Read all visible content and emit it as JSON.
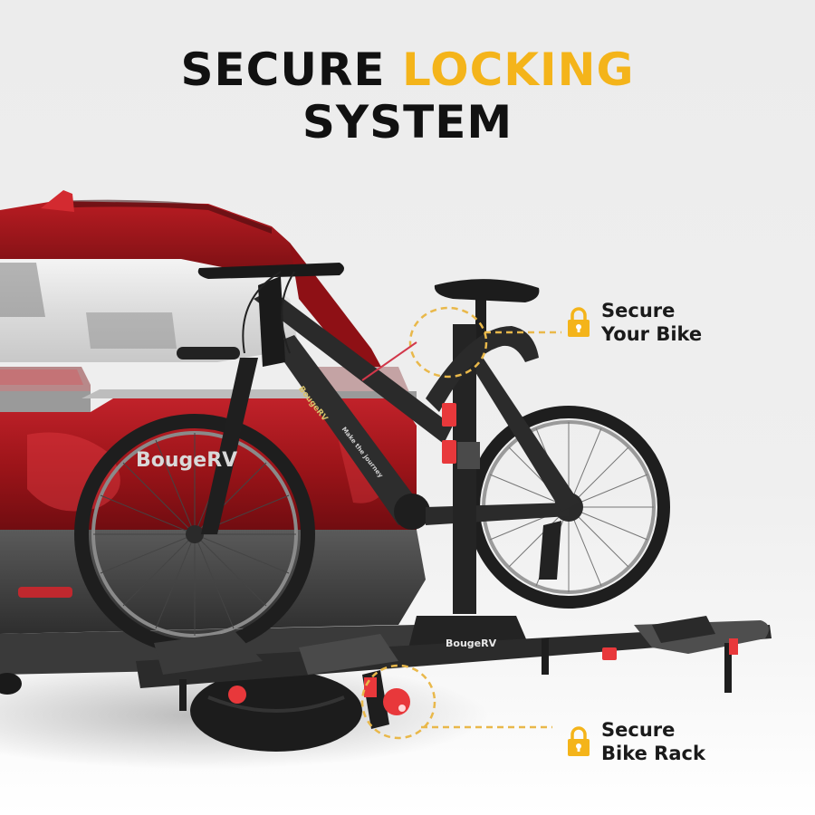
{
  "headline": {
    "line1_dark": "SECURE",
    "line1_accent": "LOCKING",
    "line2": "SYSTEM"
  },
  "callouts": [
    {
      "icon": "padlock-icon",
      "line1": "Secure",
      "line2": "Your Bike"
    },
    {
      "icon": "padlock-icon",
      "line1": "Secure",
      "line2": "Bike Rack"
    }
  ],
  "branding": {
    "tailgate_logo": "BougeRV",
    "rack_logo": "BougeRV",
    "frame_logo": "BougeRV",
    "frame_slogan": "Make the journey"
  },
  "colors": {
    "accent": "#f4b41a",
    "text_dark": "#111111",
    "car_red": "#a3141a",
    "rack_black": "#2a2a2a",
    "knob_red": "#e8383b",
    "background": "#ececec"
  }
}
